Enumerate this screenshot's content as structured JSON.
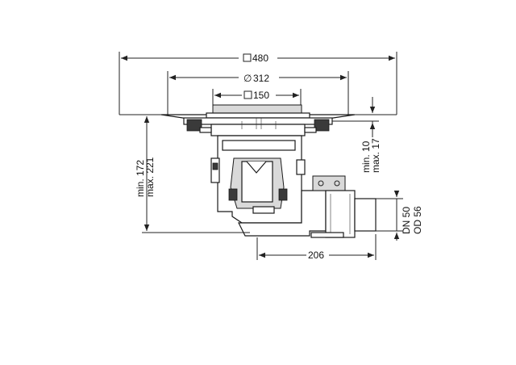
{
  "dimensions": {
    "width_outer": "480",
    "diameter_inner": "312",
    "grate_size": "150",
    "height_range": {
      "min": "min. 172",
      "max": "max. 221"
    },
    "flange_range": {
      "min": "min. 10",
      "max": "max. 17"
    },
    "outlet_length": "206",
    "pipe": {
      "dn": "DN 50",
      "od": "OD 56"
    }
  },
  "symbols": {
    "square": "□",
    "diameter": "∅"
  },
  "colors": {
    "line": "#222222",
    "fill_grey": "#d9d9d9"
  }
}
